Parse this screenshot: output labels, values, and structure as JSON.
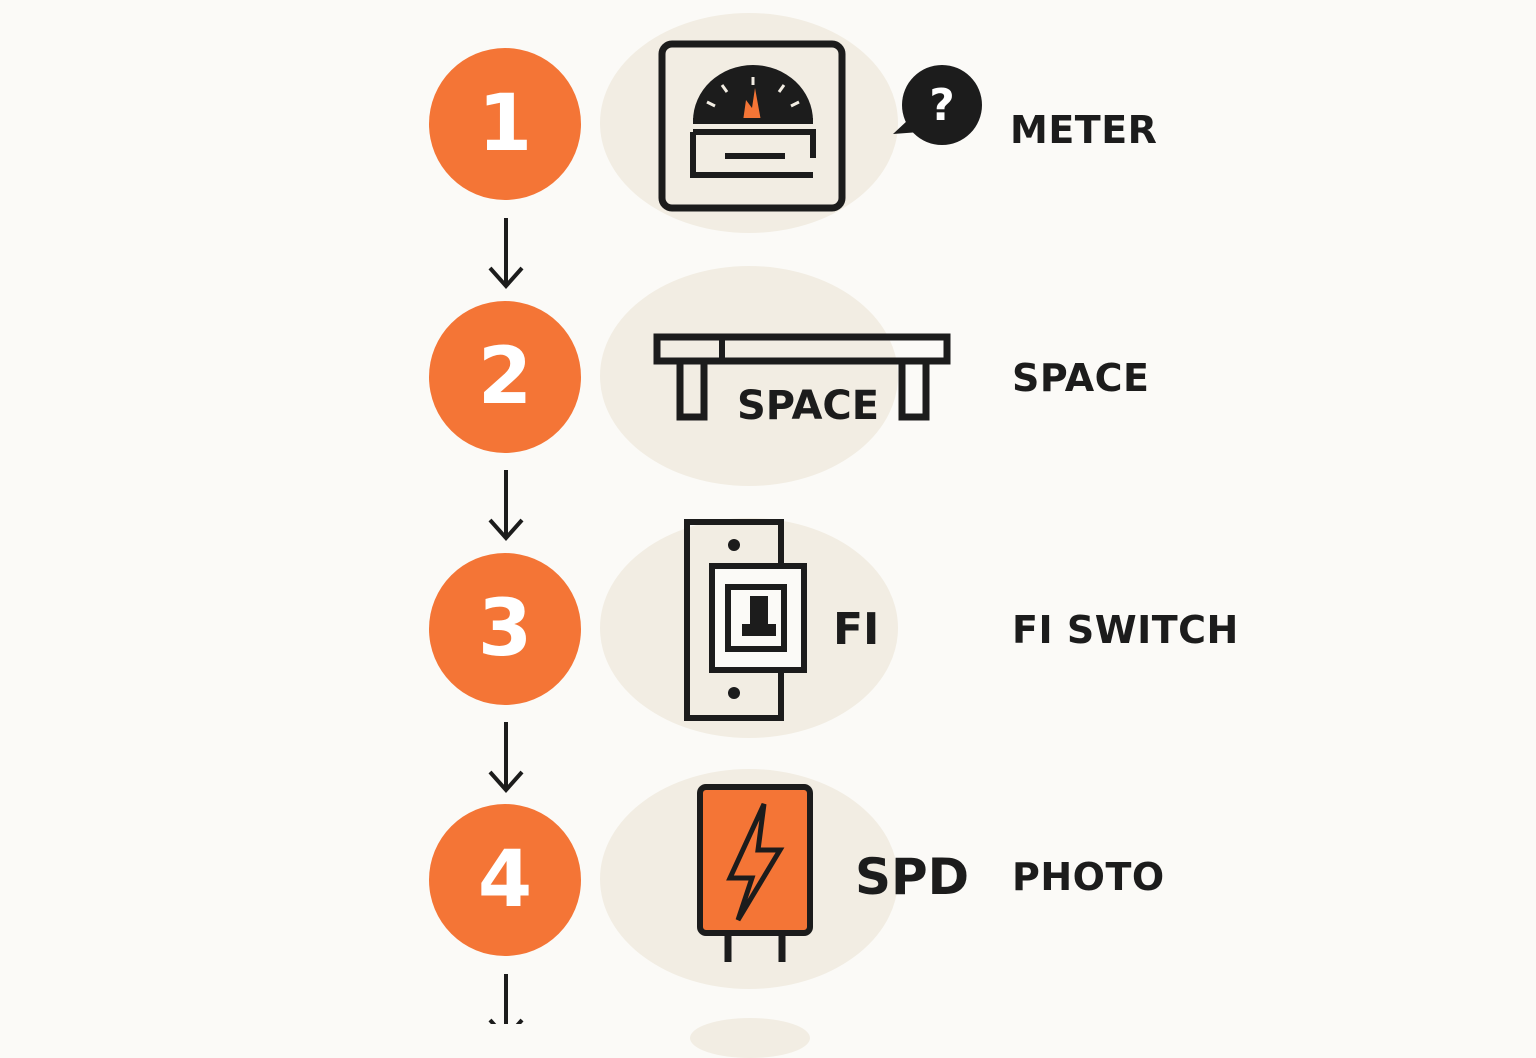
{
  "colors": {
    "accent": "#f47536",
    "ink": "#1c1c1c",
    "bubble": "#f2ede3",
    "background": "#fbfaf7"
  },
  "steps": [
    {
      "number": "1",
      "icon": "meter-icon",
      "label": "METER"
    },
    {
      "number": "2",
      "icon": "space-bracket-icon",
      "icon_text": "SPACE",
      "label": "SPACE"
    },
    {
      "number": "3",
      "icon": "fi-switch-icon",
      "icon_text": "FI",
      "label": "FI SWITCH"
    },
    {
      "number": "4",
      "icon": "spd-icon",
      "icon_text": "SPD",
      "label": "PHOTO"
    }
  ],
  "question_badge": {
    "icon": "question-bubble-icon",
    "text": "?"
  }
}
